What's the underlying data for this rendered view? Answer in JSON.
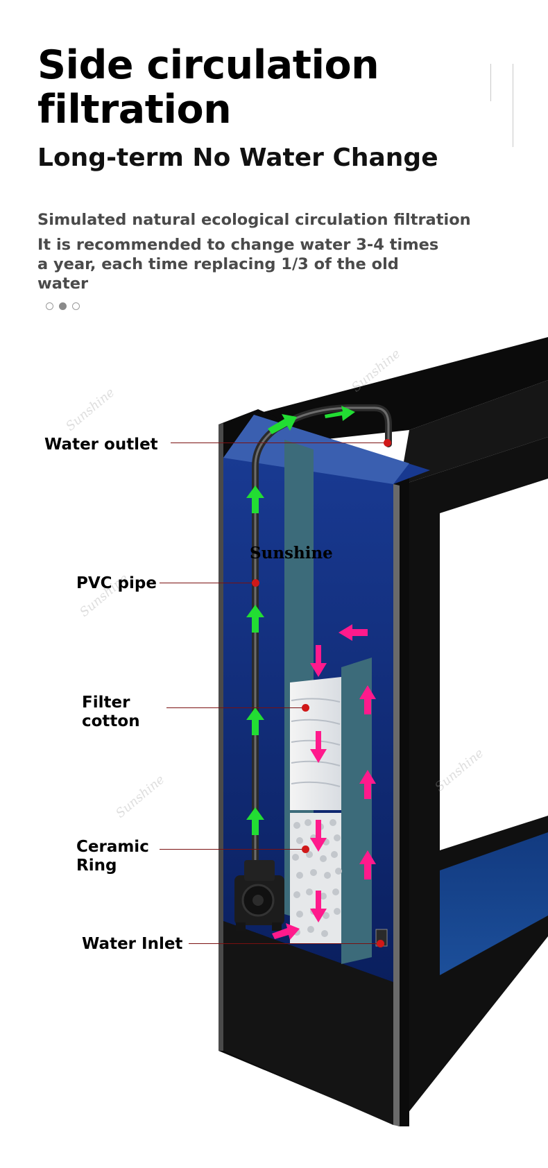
{
  "header": {
    "title": "Side circulation filtration",
    "subtitle": "Long-term No Water Change",
    "desc1": "Simulated natural ecological circulation filtration",
    "desc2": "It is recommended to change water 3-4 times a year, each time replacing 1/3 of the old water"
  },
  "carousel": {
    "count": 3,
    "active_index": 1
  },
  "labels": {
    "water_outlet": "Water outlet",
    "pvc_pipe": "PVC pipe",
    "filter_cotton": "Filter\ncotton",
    "ceramic_ring": "Ceramic\nRing",
    "water_inlet": "Water Inlet"
  },
  "brand": "Sunshine",
  "watermark": "Sunshine",
  "colors": {
    "tank_frame": "#0b0b0b",
    "tank_water": "#0d2a72",
    "flow_up": "#22dd33",
    "flow_down": "#ff1a8c",
    "leader": "#7a1010",
    "marker": "#d01818"
  }
}
